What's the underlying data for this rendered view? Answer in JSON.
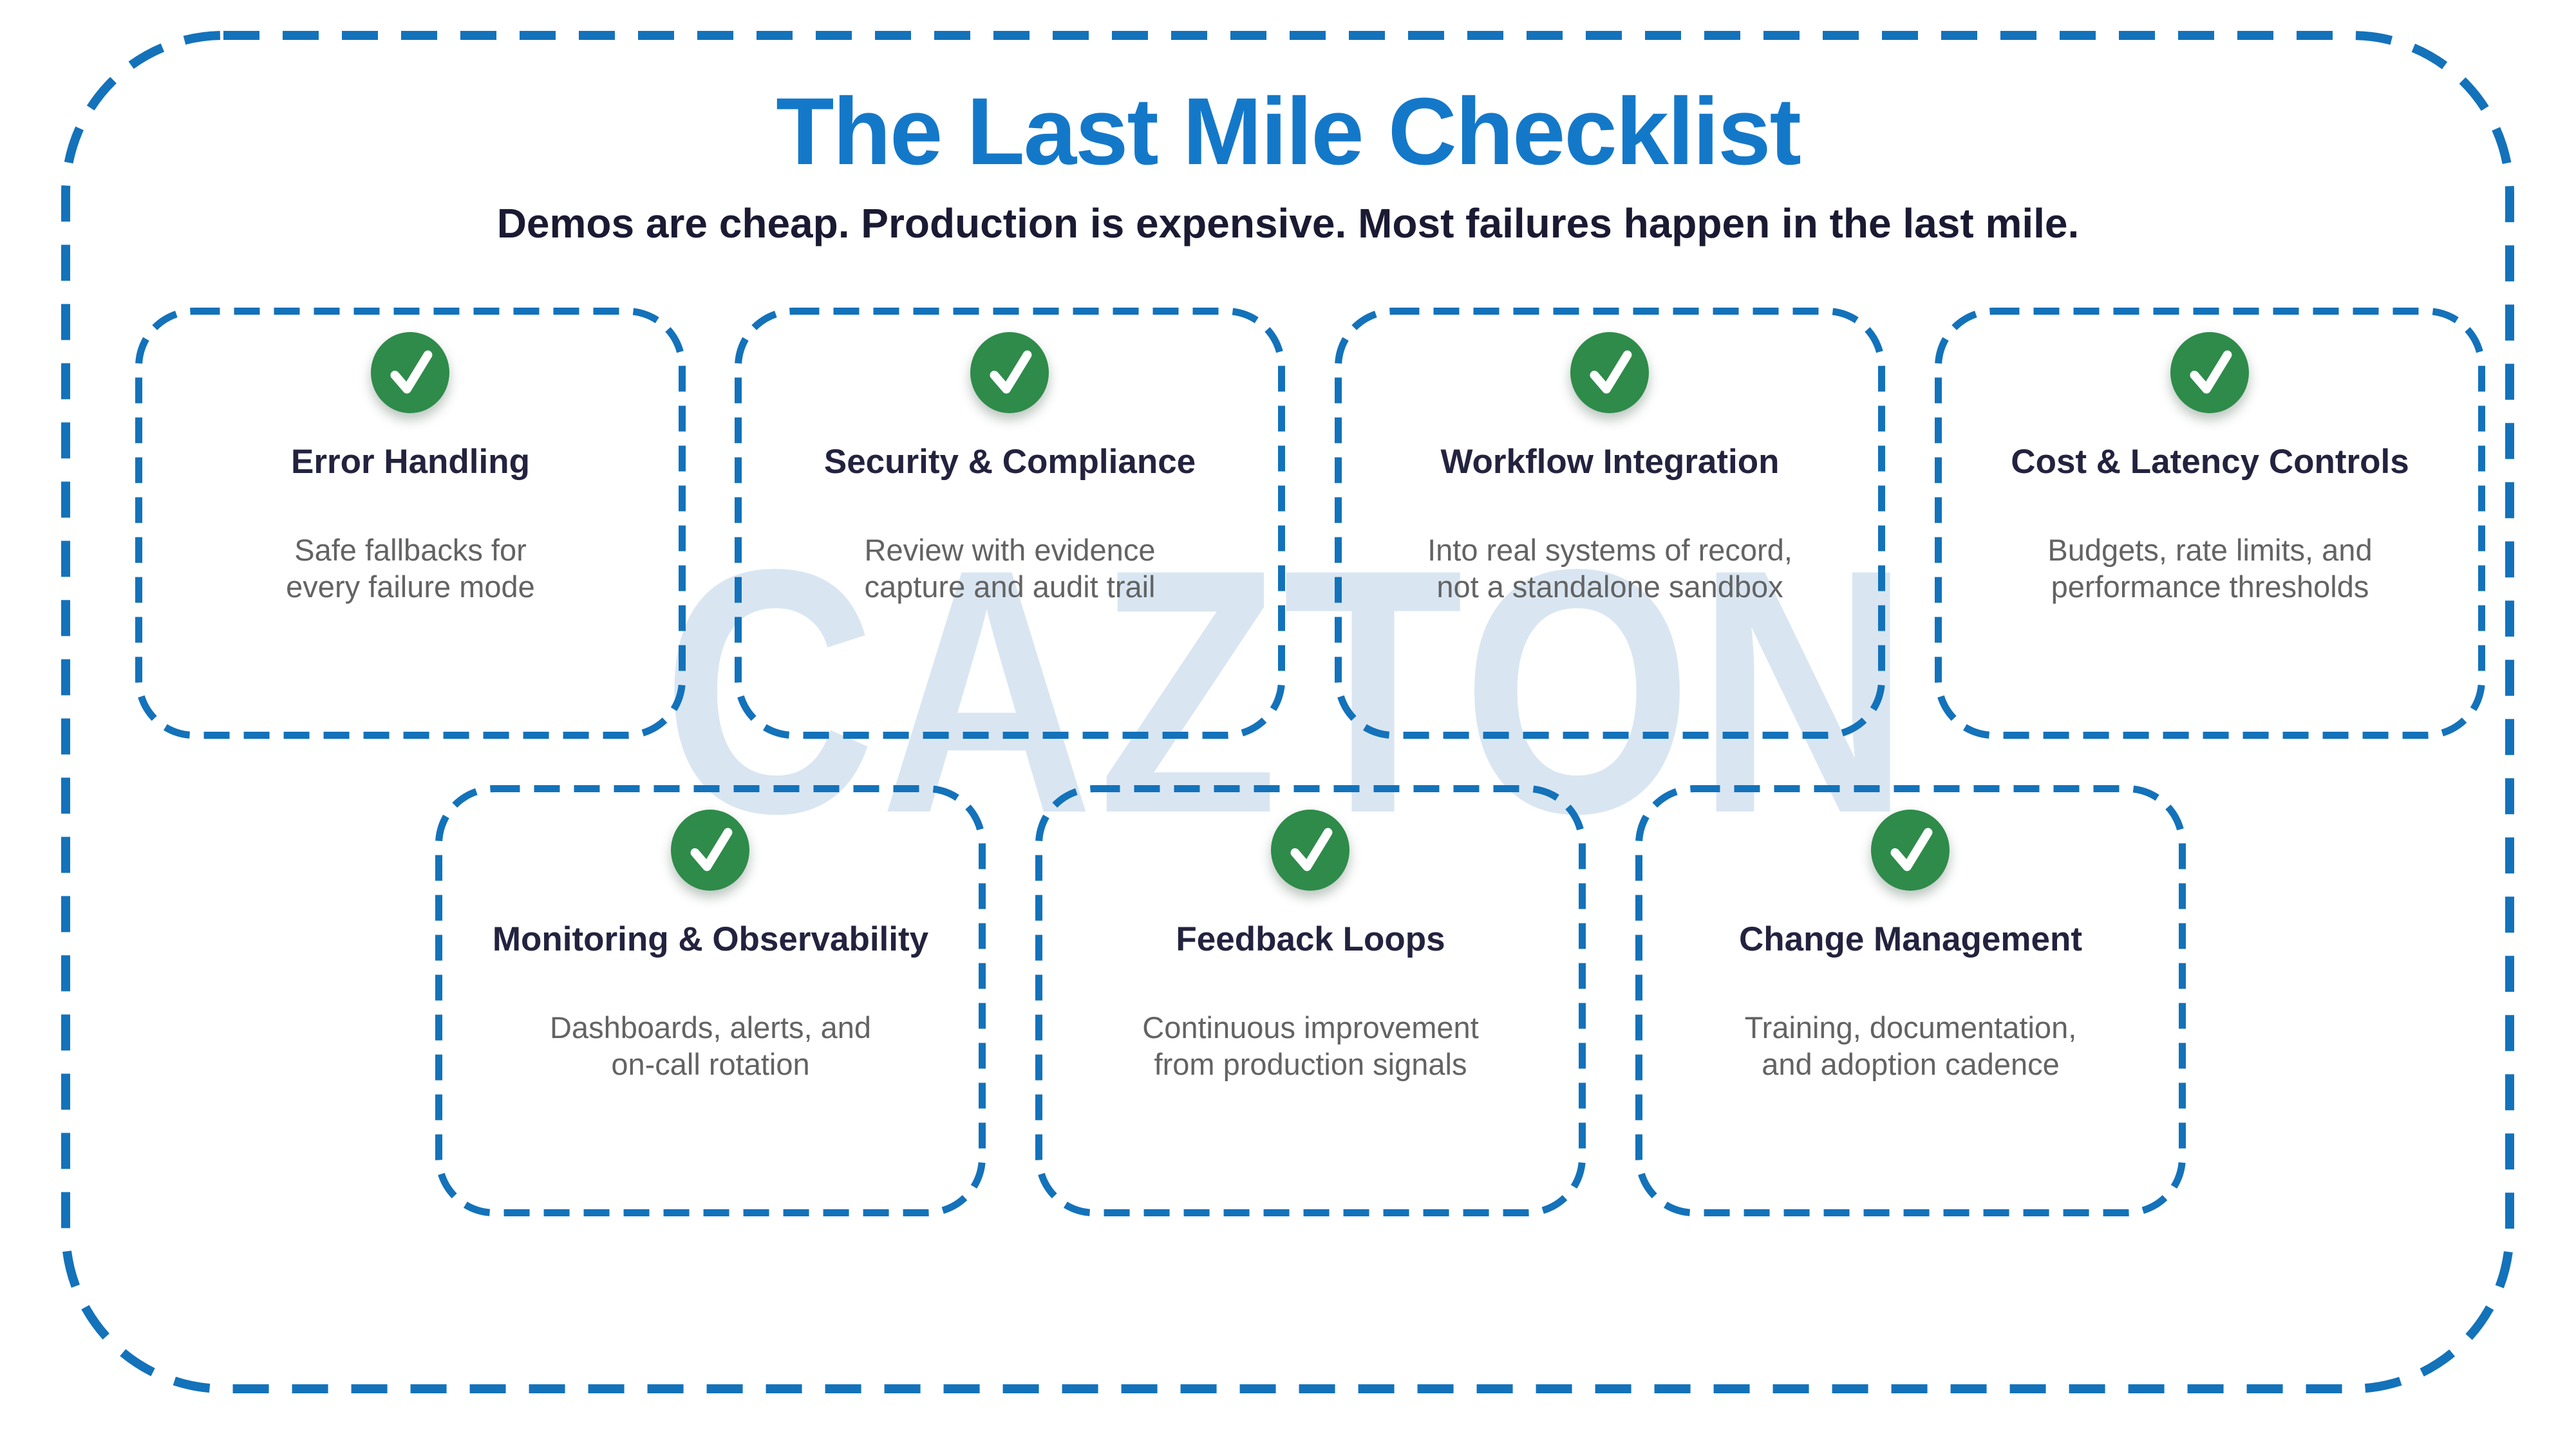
{
  "header": {
    "title": "The Last Mile Checklist",
    "subtitle": "Demos are cheap. Production is expensive. Most failures happen in the last mile."
  },
  "watermark": {
    "text": "CAZTON"
  },
  "icons": {
    "card_badge": "checkmark-in-green-circle"
  },
  "colors": {
    "accent_blue": "#1372ba",
    "title_blue": "#1478c9",
    "heading_navy": "#23233f",
    "body_gray": "#636363",
    "check_green": "#2e8b4a",
    "watermark_blue": "#d9e6f2",
    "background": "#ffffff"
  },
  "cards": [
    {
      "title": "Error Handling",
      "description": "Safe fallbacks for\nevery failure mode"
    },
    {
      "title": "Security & Compliance",
      "description": "Review with evidence\ncapture and audit trail"
    },
    {
      "title": "Workflow Integration",
      "description": "Into real systems of record,\nnot a standalone sandbox"
    },
    {
      "title": "Cost & Latency Controls",
      "description": "Budgets, rate limits, and\nperformance thresholds"
    },
    {
      "title": "Monitoring & Observability",
      "description": "Dashboards, alerts, and\non-call rotation"
    },
    {
      "title": "Feedback Loops",
      "description": "Continuous improvement\nfrom production signals"
    },
    {
      "title": "Change Management",
      "description": "Training, documentation,\nand adoption cadence"
    }
  ]
}
